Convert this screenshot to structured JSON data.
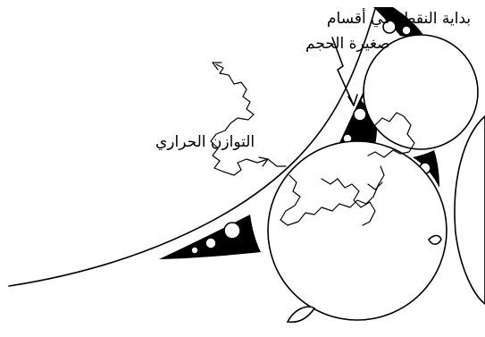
{
  "labels": {
    "start_label_line1": "بداية النقطة في أقسام",
    "start_label_line2": "صغيرة الحجم",
    "equilibrium_label": "التوازن الحراري"
  },
  "colors": {
    "ink": "#000000",
    "background": "#ffffff"
  }
}
